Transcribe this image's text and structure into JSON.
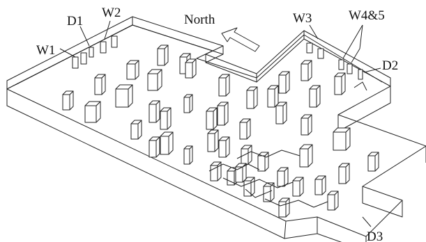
{
  "diagram": {
    "compass_label": "North",
    "labels": {
      "d1": "D1",
      "w1": "W1",
      "w2": "W2",
      "w3": "W3",
      "w45": "W4&5",
      "d2": "D2",
      "d3": "D3"
    },
    "obstacle_count": 46
  }
}
